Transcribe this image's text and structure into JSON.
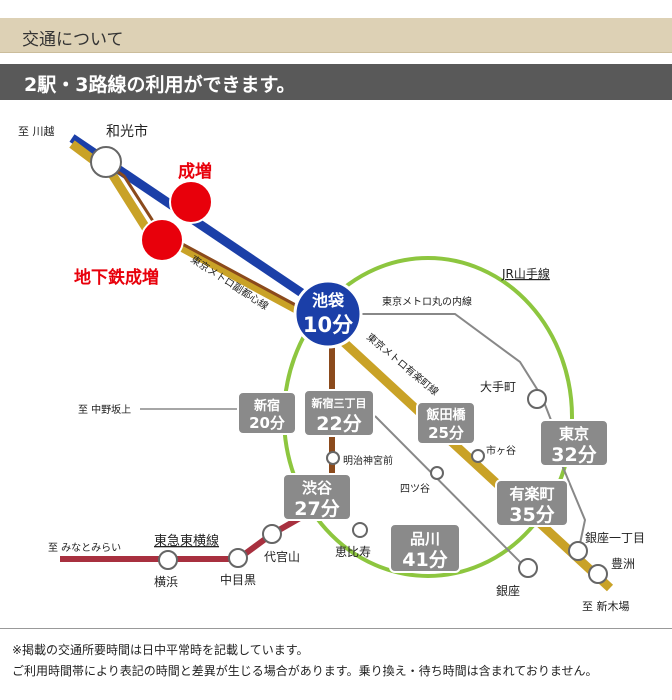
{
  "header": {
    "title": "交通について",
    "subtitle": "2駅・3路線の利用ができます。"
  },
  "map": {
    "directions": {
      "kawagoe": "至 川越",
      "nakanosakaue": "至 中野坂上",
      "minatomirai": "至 みなとみらい",
      "shinkiba": "至 新木場"
    },
    "stations": {
      "wakoshi": "和光市",
      "narimasu": "成増",
      "chikatetsu_narimasu": "地下鉄成増",
      "ikebukuro_name": "池袋",
      "ikebukuro_time": "10分",
      "shinjuku_name": "新宿",
      "shinjuku_time": "20分",
      "shinjuku3_name": "新宿三丁目",
      "shinjuku3_time": "22分",
      "iidabashi_name": "飯田橋",
      "iidabashi_time": "25分",
      "tokyo_name": "東京",
      "tokyo_time": "32分",
      "yurakucho_name": "有楽町",
      "yurakucho_time": "35分",
      "shibuya_name": "渋谷",
      "shibuya_time": "27分",
      "shinagawa_name": "品川",
      "shinagawa_time": "41分",
      "otemachi": "大手町",
      "ichigaya": "市ヶ谷",
      "meijijingumae": "明治神宮前",
      "yotsuya": "四ツ谷",
      "ebisu": "恵比寿",
      "daikanyama": "代官山",
      "nakameguro": "中目黒",
      "yokohama": "横浜",
      "ginza": "銀座",
      "ginza1": "銀座一丁目",
      "toyosu": "豊洲"
    },
    "lines": {
      "yamanote": "JR山手線",
      "fukutoshin": "東京メトロ副都心線",
      "marunouchi": "東京メトロ丸の内線",
      "yurakucho": "東京メトロ有楽町線",
      "toyoko": "東急東横線"
    },
    "colors": {
      "tobu_tojo": "#1b3fa8",
      "yurakucho_line": "#c9a227",
      "fukutoshin_line": "#8b4a1c",
      "yamanote_line": "#8dc63f",
      "toyoko_line": "#a8303f",
      "marunouchi_line": "#888888",
      "highlight": "#e8000b",
      "station_box": "#8a8a8a"
    }
  },
  "notes": {
    "line1": "※掲載の交通所要時間は日中平常時を記載しています。",
    "line2": "ご利用時間帯により表記の時間と差異が生じる場合があります。乗り換え・待ち時間は含まれておりません。"
  }
}
